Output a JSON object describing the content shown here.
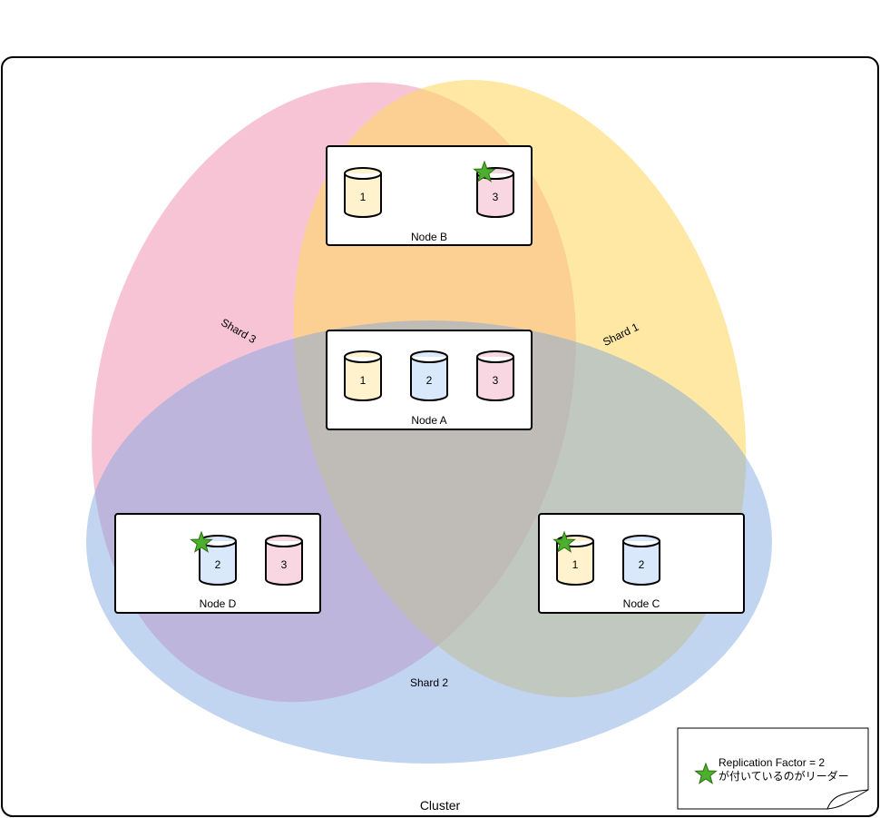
{
  "cluster": {
    "label": "Cluster"
  },
  "colors": {
    "shard1": "#ffd966",
    "shard2": "#7ea6e0",
    "shard3": "#f19cbb",
    "cyl1": "#fff2cc",
    "cyl2": "#dae8fc",
    "cyl3": "#f8d7e3",
    "leader_star": "#4caf2e"
  },
  "shards": [
    {
      "id": "shard-1",
      "label": "Shard 1"
    },
    {
      "id": "shard-2",
      "label": "Shard 2"
    },
    {
      "id": "shard-3",
      "label": "Shard 3"
    }
  ],
  "nodes": [
    {
      "id": "node-b",
      "label": "Node B",
      "replicas": [
        "1",
        "3"
      ],
      "leader": "3"
    },
    {
      "id": "node-a",
      "label": "Node A",
      "replicas": [
        "1",
        "2",
        "3"
      ],
      "leader": null
    },
    {
      "id": "node-d",
      "label": "Node D",
      "replicas": [
        "2",
        "3"
      ],
      "leader": "2"
    },
    {
      "id": "node-c",
      "label": "Node C",
      "replicas": [
        "1",
        "2"
      ],
      "leader": "1"
    }
  ],
  "legend": {
    "line1": "Replication Factor = 2",
    "line2": "が付いているのがリーダー",
    "icon": "star-icon"
  }
}
